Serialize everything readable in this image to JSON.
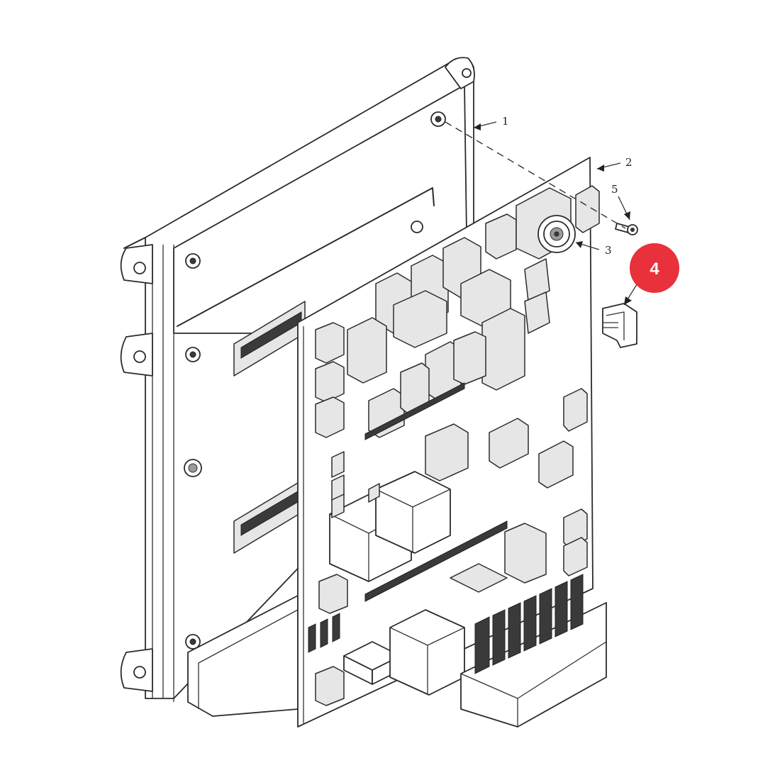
{
  "callouts": [
    {
      "id": "1",
      "label": "1"
    },
    {
      "id": "2",
      "label": "2"
    },
    {
      "id": "3",
      "label": "3"
    },
    {
      "id": "5",
      "label": "5"
    }
  ],
  "highlight": {
    "label": "4",
    "color": "#e8313a"
  }
}
